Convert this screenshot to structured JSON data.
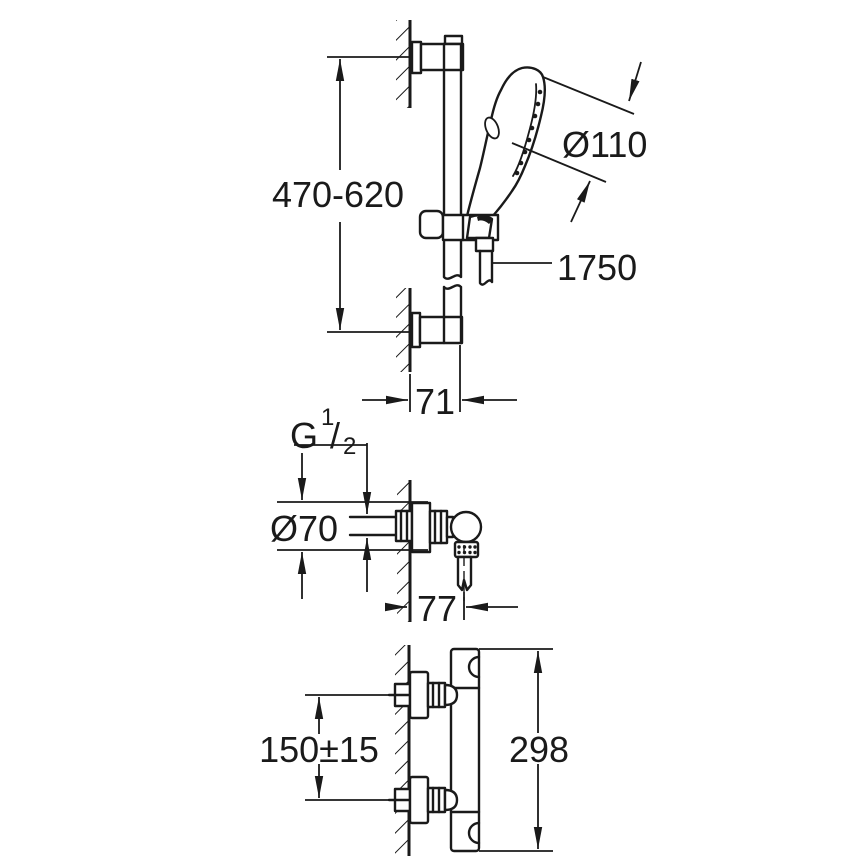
{
  "drawing": {
    "background": "#ffffff",
    "line_color": "#1a1a1a",
    "views": {
      "slide_bar": {
        "rail_height_range": "470-620",
        "head_diameter": "Ø110",
        "hose_length": "1750",
        "rail_wall_offset": "71"
      },
      "wall_holder": {
        "thread_letter": "G",
        "thread_numerator": "1",
        "thread_slash": "/",
        "thread_denominator": "2",
        "escutcheon_diameter": "Ø70",
        "wall_offset": "77"
      },
      "thermostat": {
        "connection_spacing": "150±15",
        "overall_width": "298"
      }
    }
  }
}
